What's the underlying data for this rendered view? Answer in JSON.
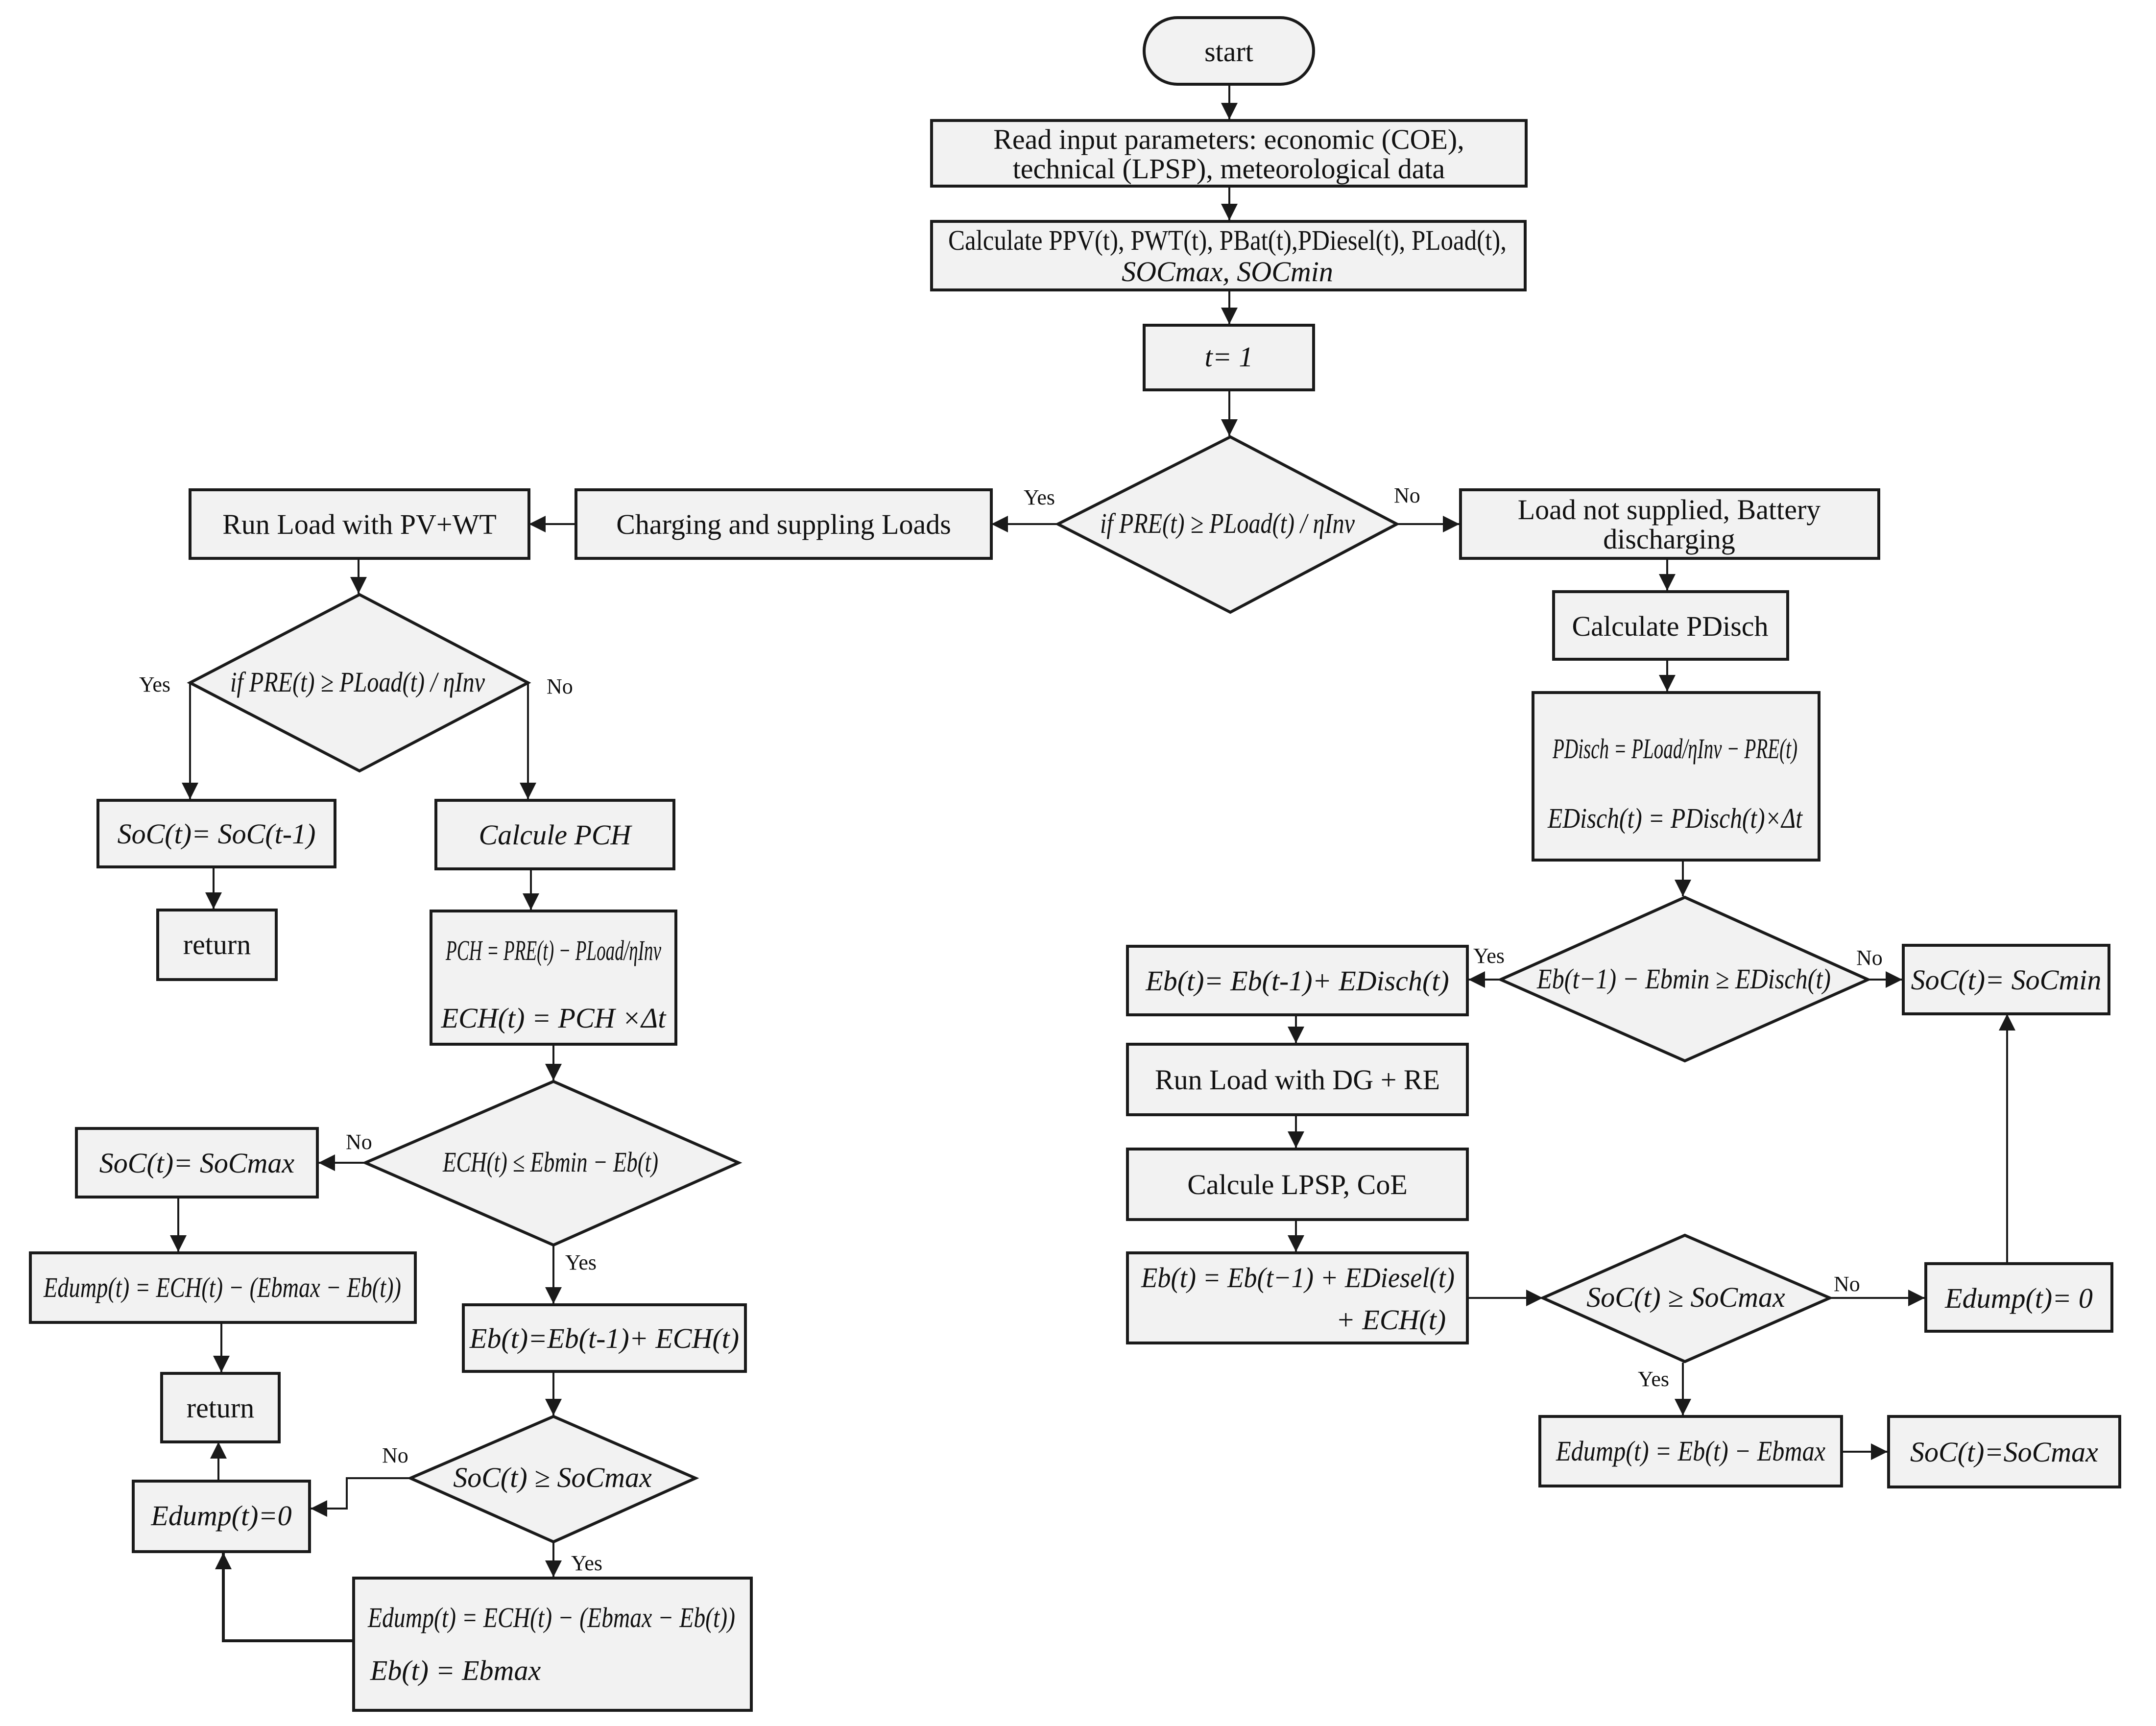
{
  "colors": {
    "box_fill": "#f2f2f2",
    "stroke": "#1a1a1a",
    "text": "#111111"
  },
  "nodes": {
    "start": "start",
    "read_1": "Read input parameters: economic (COE),",
    "read_2": "technical (LPSP), meteorological data",
    "calc_1": "Calculate PPV(t), PWT(t), PBat(t),PDiesel(t), PLoad(t),",
    "calc_2": "SOCmax, SOCmin",
    "t1": "t= 1",
    "dec_main": "if PRE(t) ≥ PLoad(t) / ηInv",
    "charging": "Charging and suppling Loads",
    "run_pvwt": "Run Load with PV+WT",
    "not_supplied_1": "Load not supplied, Battery",
    "not_supplied_2": "discharging",
    "calc_pdisch": "Calculate PDisch",
    "pdisch_eq1": "PDisch = PLoad/ηInv − PRE(t)",
    "pdisch_eq2": "EDisch(t) = PDisch(t)×Δt",
    "dec_left": "if PRE(t) ≥ PLoad(t) / ηInv",
    "soc_prev": "SoC(t)= SoC(t-1)",
    "return_1": "return",
    "calcule_pch": "Calcule PCH",
    "pch_eq1": "PCH = PRE(t) − PLoad/ηInv",
    "pch_eq2": "ECH(t) = PCH ×Δt",
    "dec_ech": "ECH(t) ≤ Ebmin − Eb(t)",
    "soc_max_left": "SoC(t)= SoCmax",
    "edump_left": "Edump(t) = ECH(t) − (Ebmax − Eb(t))",
    "return_2": "return",
    "eb_update_left": "Eb(t)=Eb(t-1)+ ECH(t)",
    "dec_soc_left": "SoC(t) ≥ SoCmax",
    "edump_zero_left": "Edump(t)=0",
    "final_eq1": "Edump(t) = ECH(t) − (Ebmax − Eb(t))",
    "final_eq2": "Eb(t) = Ebmax",
    "dec_disch": "Eb(t−1) − Ebmin ≥ EDisch(t)",
    "eb_disch": "Eb(t)= Eb(t-1)+ EDisch(t)",
    "soc_min": "SoC(t)= SoCmin",
    "run_dg": "Run Load with DG + RE",
    "calcule_lpsp": "Calcule LPSP, CoE",
    "eb_diesel_1": "Eb(t) = Eb(t−1) + EDiesel(t)",
    "eb_diesel_2": "+ ECH(t)",
    "dec_soc_right": "SoC(t) ≥ SoCmax",
    "edump_zero_right": "Edump(t)= 0",
    "edump_right": "Edump(t) = Eb(t) − Ebmax",
    "soc_max_right": "SoC(t)=SoCmax"
  },
  "edge_labels": {
    "yes": "Yes",
    "no": "No"
  }
}
